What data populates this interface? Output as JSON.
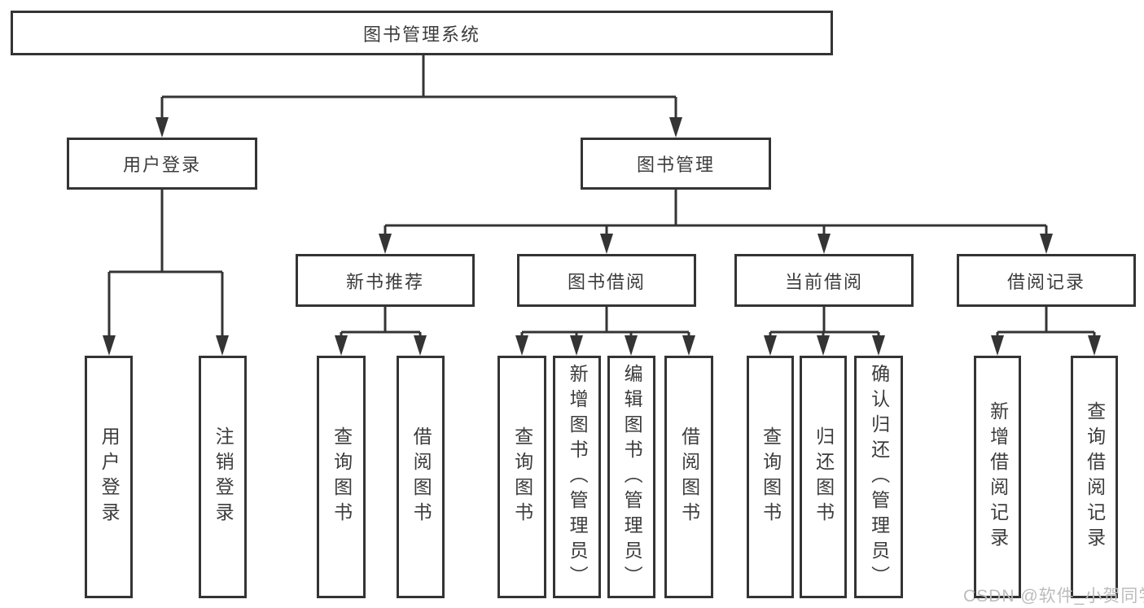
{
  "diagram": {
    "root": {
      "label": "图书管理系统"
    },
    "level2": [
      {
        "label": "用户登录"
      },
      {
        "label": "图书管理"
      }
    ],
    "level3": [
      {
        "label": "新书推荐"
      },
      {
        "label": "图书借阅"
      },
      {
        "label": "当前借阅"
      },
      {
        "label": "借阅记录"
      }
    ],
    "leaves": {
      "user_login": [
        "用户登录",
        "注销登录"
      ],
      "new_book_recommend": [
        "查询图书",
        "借阅图书"
      ],
      "book_borrow": [
        "查询图书",
        "新增图书（管理员）",
        "编辑图书（管理员）",
        "借阅图书"
      ],
      "current_borrow": [
        "查询图书",
        "归还图书",
        "确认归还（管理员）"
      ],
      "borrow_record": [
        "新增借阅记录",
        "查询借阅记录"
      ]
    }
  },
  "watermark": {
    "text": "CSDN @软件_小贺同学"
  },
  "colors": {
    "line": "#343434",
    "box_border": "#343434",
    "text": "#3c3c3c",
    "watermark": "#bcbcbc",
    "background": "#ffffff"
  }
}
